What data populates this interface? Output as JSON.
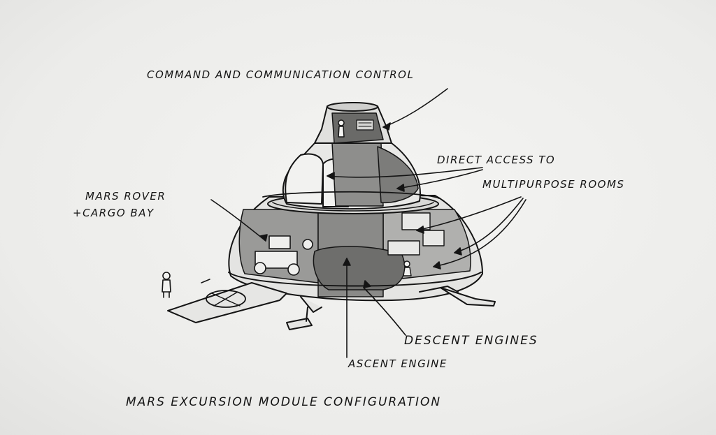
{
  "labels": {
    "command": "COMMAND AND COMMUNICATION CONTROL",
    "direct_access": "DIRECT ACCESS TO",
    "multipurpose": "MULTIPURPOSE ROOMS",
    "rover_line1": "MARS ROVER",
    "rover_line2": "+CARGO BAY",
    "descent": "DESCENT ENGINES",
    "ascent": "ASCENT ENGINE"
  },
  "caption": "MARS EXCURSION MODULE CONFIGURATION",
  "colors": {
    "ink": "#141414",
    "paper": "#eeeeec",
    "shade_dark": "#7a7a7a",
    "shade_mid": "#a8a8a8",
    "shade_light": "#cfcfcd"
  }
}
